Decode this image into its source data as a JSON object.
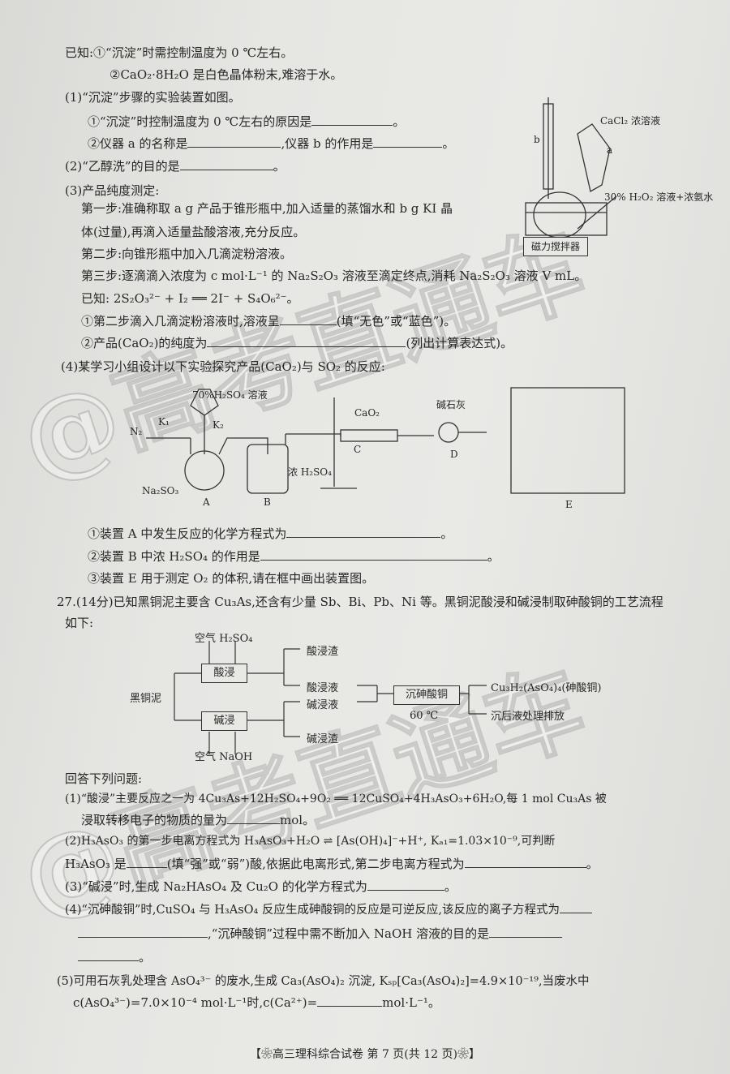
{
  "known": {
    "l1": "已知:①“沉淀”时需控制温度为 0 ℃左右。",
    "l2": "②CaO₂·8H₂O 是白色晶体粉末,难溶于水。"
  },
  "q1": {
    "title": "(1)“沉淀”步骤的实验装置如图。",
    "a": "①“沉淀”时控制温度为 0 ℃左右的原因是",
    "b1": "②仪器 a 的名称是",
    "b2": ",仪器 b 的作用是",
    "end": "。"
  },
  "q2": {
    "text": "(2)“乙醇洗”的目的是",
    "end": "。"
  },
  "q3": {
    "title": "(3)产品纯度测定:",
    "s1a": "第一步:准确称取 a g 产品于锥形瓶中,加入适量的蒸馏水和 b g KI 晶",
    "s1b": "体(过量),再滴入适量盐酸溶液,充分反应。",
    "s2": "第二步:向锥形瓶中加入几滴淀粉溶液。",
    "s3": "第三步:逐滴滴入浓度为 c mol·L⁻¹ 的 Na₂S₂O₃ 溶液至滴定终点,消耗 Na₂S₂O₃ 溶液 V mL。",
    "known": "已知: 2S₂O₃²⁻ + I₂ ══ 2I⁻ + S₄O₆²⁻。",
    "i1": "①第二步滴入几滴淀粉溶液时,溶液呈",
    "i1b": "(填“无色”或“蓝色”)。",
    "i2": "②产品(CaO₂)的纯度为",
    "i2b": "(列出计算表达式)。"
  },
  "apparatus1": {
    "cacl2": "CaCl₂ 浓溶液",
    "a": "a",
    "b": "b",
    "solution": "30% H₂O₂ 溶液+浓氨水",
    "stirrer": "磁力搅拌器"
  },
  "q4": {
    "title": "(4)某学习小组设计以下实验探究产品(CaO₂)与 SO₂ 的反应:",
    "i1": "①装置 A 中发生反应的化学方程式为",
    "i2": "②装置 B 中浓 H₂SO₄ 的作用是",
    "i3": "③装置 E 用于测定 O₂ 的体积,请在框中画出装置图。",
    "end": "。"
  },
  "apparatus2": {
    "h2so4": "70%H₂SO₄ 溶液",
    "n2": "N₂",
    "k1": "K₁",
    "k2": "K₂",
    "na2so3": "Na₂SO₃",
    "conc": "浓 H₂SO₄",
    "cao2": "CaO₂",
    "soda": "碱石灰",
    "A": "A",
    "B": "B",
    "C": "C",
    "D": "D",
    "E": "E"
  },
  "q27": {
    "title": "27.(14分)已知黑铜泥主要含 Cu₃As,还含有少量 Sb、Bi、Pb、Ni 等。黑铜泥酸浸和碱浸制取砷酸铜的工艺流程",
    "title2": "如下:",
    "answer": "回答下列问题:",
    "p1a": "(1)“酸浸”主要反应之一为 4Cu₃As+12H₂SO₄+9O₂ ══ 12CuSO₄+4H₃AsO₃+6H₂O,每 1 mol Cu₃As 被",
    "p1b": "浸取转移电子的物质的量为",
    "p1c": "mol。",
    "p2a": "(2)H₃AsO₃ 的第一步电离方程式为 H₃AsO₃+H₂O ⇌ [As(OH)₄]⁻+H⁺, Kₐ₁=1.03×10⁻⁹,可判断",
    "p2b": "H₃AsO₃ 是",
    "p2c": "(填“强”或“弱”)酸,依据此电离形式,第二步电离方程式为",
    "p3": "(3)“碱浸”时,生成 Na₂HAsO₄ 及 Cu₂O 的化学方程式为",
    "p4a": "(4)“沉砷酸铜”时,CuSO₄ 与 H₃AsO₄ 反应生成砷酸铜的反应是可逆反应,该反应的离子方程式为",
    "p4b": ",“沉砷酸铜”过程中需不断加入 NaOH 溶液的目的是",
    "p5a": "(5)可用石灰乳处理含 AsO₄³⁻ 的废水,生成 Ca₃(AsO₄)₂ 沉淀, Kₛₚ[Ca₃(AsO₄)₂]=4.9×10⁻¹⁹,当废水中",
    "p5b": "c(AsO₄³⁻)=7.0×10⁻⁴ mol·L⁻¹时,c(Ca²⁺)=",
    "p5c": "mol·L⁻¹。",
    "end": "。"
  },
  "flow": {
    "air_h2so4": "空气  H₂SO₄",
    "acid_leach": "酸浸",
    "acid_residue": "酸浸渣",
    "acid_liquid": "酸浸液",
    "black_mud": "黑铜泥",
    "alkali_liquid": "碱浸液",
    "precip": "沉砷酸铜",
    "temp": "60 ℃",
    "product": "Cu₃H₂(AsO₄)₄(砷酸铜)",
    "discharge": "沉后液处理排放",
    "alkali_leach": "碱浸",
    "alkali_residue": "碱浸渣",
    "air_naoh": "空气  NaOH"
  },
  "footer": "【❀高三理科综合试卷  第 7 页(共 12 页)❀】"
}
